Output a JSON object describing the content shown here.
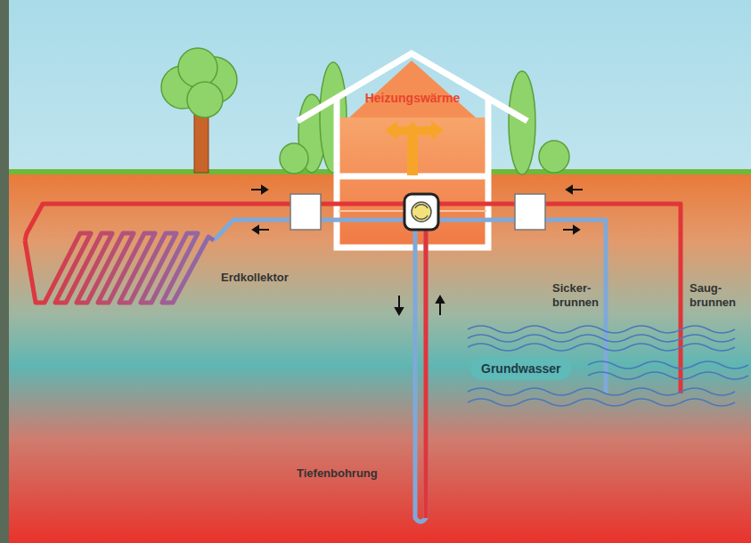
{
  "diagram": {
    "nodes": [
      {
        "text": [
          "Heizungswärme"
        ]
      },
      {
        "text": [
          "Grundwasser"
        ]
      }
    ],
    "labels": [
      "Erdkollektor",
      "Sicker- brunnen",
      "Saug- brunnen",
      "Tiefenbohrung"
    ]
  }
}
